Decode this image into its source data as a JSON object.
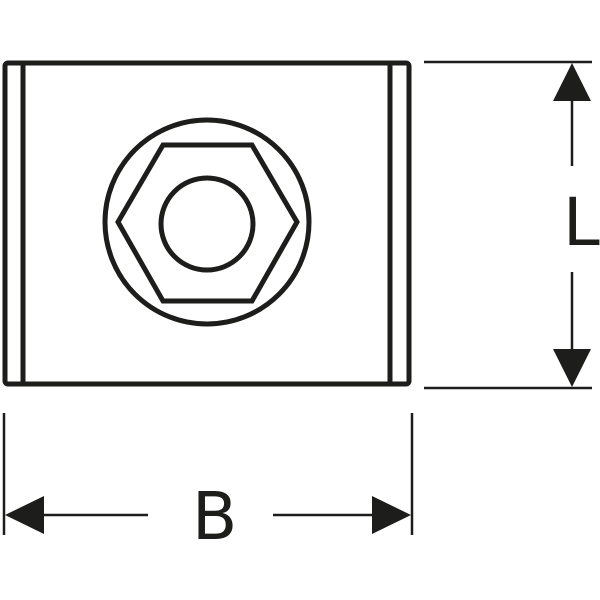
{
  "drawing": {
    "type": "technical-dimension-drawing",
    "subject": "square plate with hex nut (top view)",
    "stroke_color": "#1d1d1b",
    "background": "#ffffff"
  },
  "dimensions": {
    "width_label": "B",
    "length_label": "L"
  }
}
